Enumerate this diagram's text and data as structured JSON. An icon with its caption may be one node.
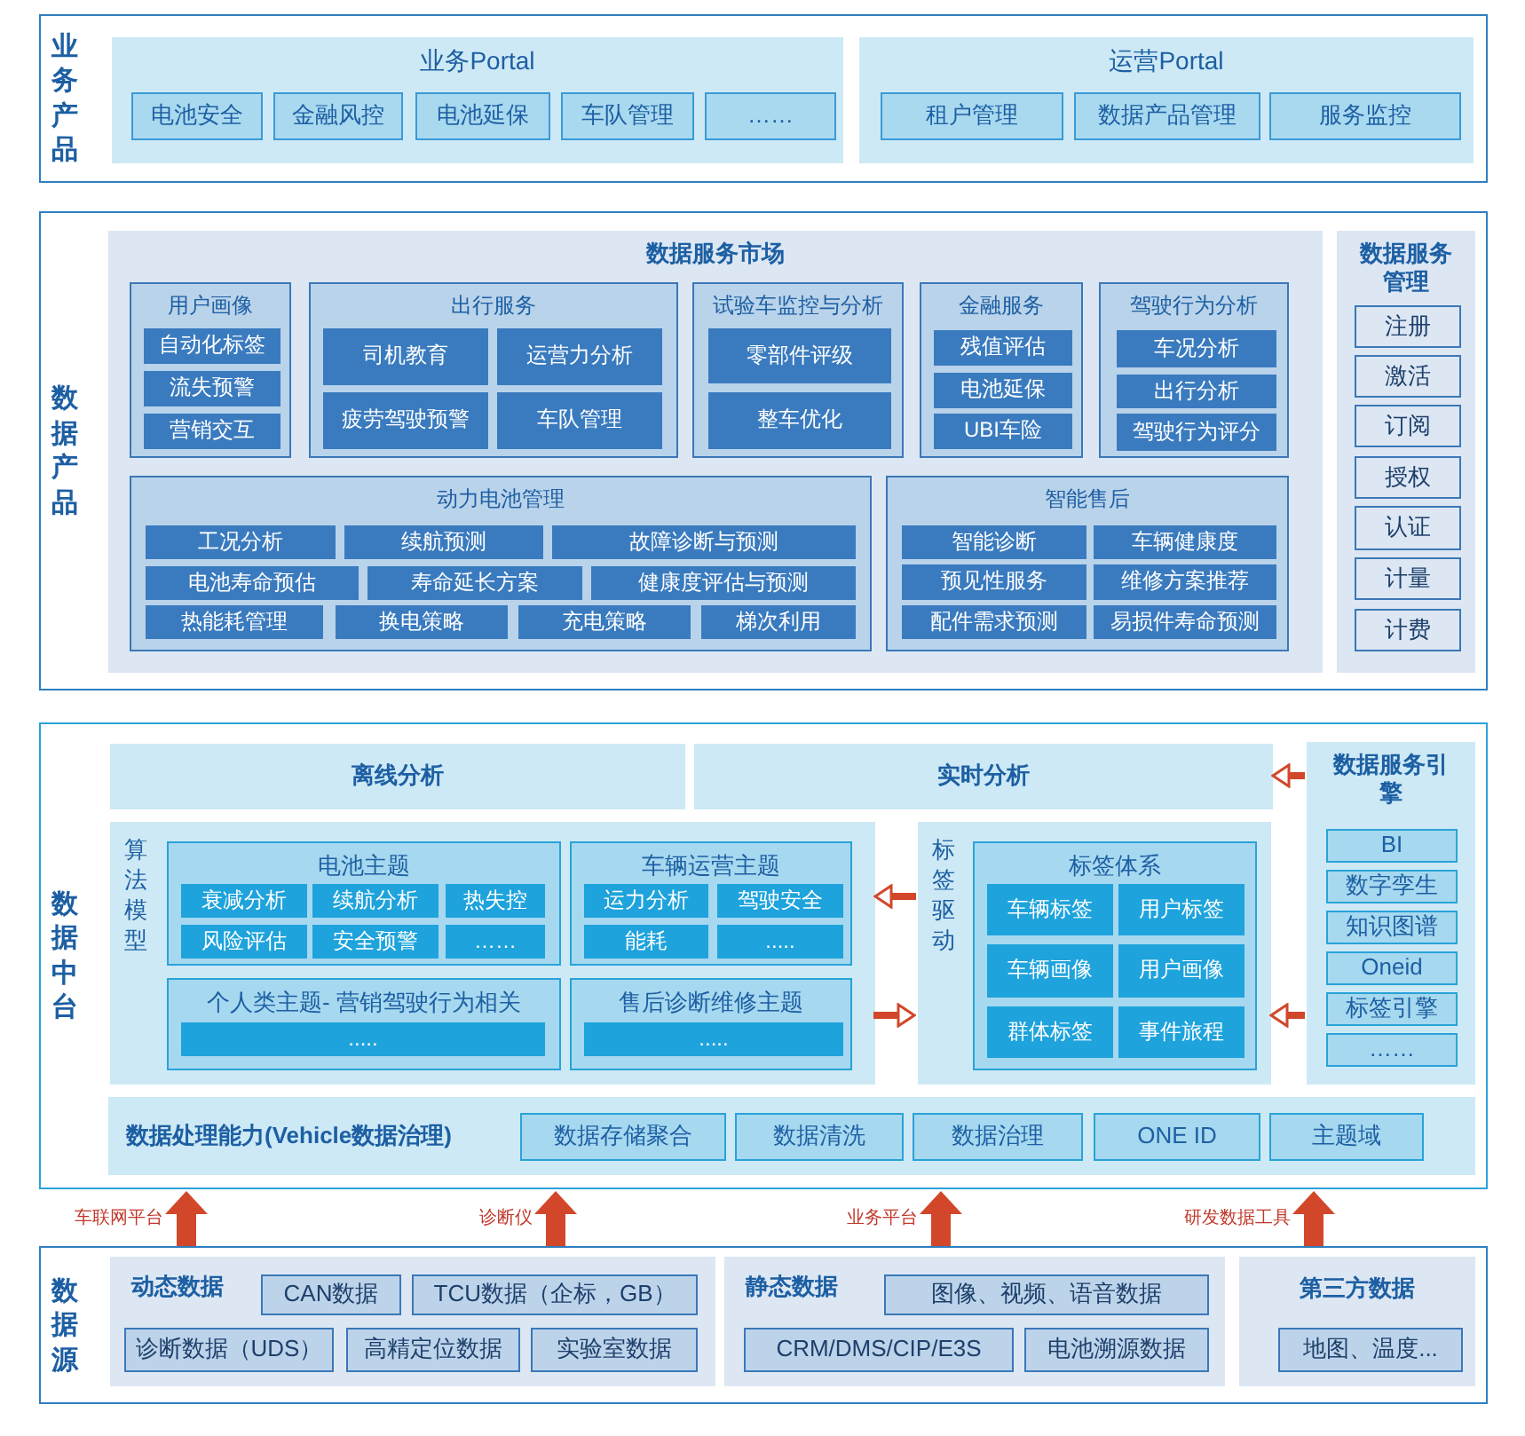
{
  "diagram": {
    "nodes": [
      {
        "text": [
          "业务产品"
        ]
      },
      {
        "text": [
          "业务Portal"
        ],
        "in": 0
      },
      {
        "text": [
          "电池安全"
        ],
        "in": 1
      },
      {
        "text": [
          "金融风控"
        ],
        "in": 1
      },
      {
        "text": [
          "电池延保"
        ],
        "in": 1
      },
      {
        "text": [
          "车队管理"
        ],
        "in": 1
      },
      {
        "text": [
          "……"
        ],
        "in": 1
      },
      {
        "text": [
          "运营Portal"
        ],
        "in": 0
      },
      {
        "text": [
          "租户管理"
        ],
        "in": 7
      },
      {
        "text": [
          "数据产品管理"
        ],
        "in": 7
      },
      {
        "text": [
          "服务监控"
        ],
        "in": 7
      },
      {
        "text": [
          "数据产品"
        ]
      },
      {
        "text": [
          "数据服务市场"
        ],
        "in": 11
      },
      {
        "text": [
          "用户画像"
        ],
        "in": 12
      },
      {
        "text": [
          "自动化标签"
        ],
        "in": 13
      },
      {
        "text": [
          "流失预警"
        ],
        "in": 13
      },
      {
        "text": [
          "营销交互"
        ],
        "in": 13
      },
      {
        "text": [
          "出行服务"
        ],
        "in": 12
      },
      {
        "text": [
          "司机教育"
        ],
        "in": 17
      },
      {
        "text": [
          "运营力分析"
        ],
        "in": 17
      },
      {
        "text": [
          "疲劳驾驶预警"
        ],
        "in": 17
      },
      {
        "text": [
          "车队管理"
        ],
        "in": 17
      },
      {
        "text": [
          "试验车监控与分析"
        ],
        "in": 12
      },
      {
        "text": [
          "零部件评级"
        ],
        "in": 22
      },
      {
        "text": [
          "整车优化"
        ],
        "in": 22
      },
      {
        "text": [
          "金融服务"
        ],
        "in": 12
      },
      {
        "text": [
          "残值评估"
        ],
        "in": 25
      },
      {
        "text": [
          "电池延保"
        ],
        "in": 25
      },
      {
        "text": [
          "UBI车险"
        ],
        "in": 25
      },
      {
        "text": [
          "驾驶行为分析"
        ],
        "in": 12
      },
      {
        "text": [
          "车况分析"
        ],
        "in": 29
      },
      {
        "text": [
          "出行分析"
        ],
        "in": 29
      },
      {
        "text": [
          "驾驶行为评分"
        ],
        "in": 29
      },
      {
        "text": [
          "动力电池管理"
        ],
        "in": 12
      },
      {
        "text": [
          "工况分析"
        ],
        "in": 33
      },
      {
        "text": [
          "续航预测"
        ],
        "in": 33
      },
      {
        "text": [
          "故障诊断与预测"
        ],
        "in": 33
      },
      {
        "text": [
          "电池寿命预估"
        ],
        "in": 33
      },
      {
        "text": [
          "寿命延长方案"
        ],
        "in": 33
      },
      {
        "text": [
          "健康度评估与预测"
        ],
        "in": 33
      },
      {
        "text": [
          "热能耗管理"
        ],
        "in": 33
      },
      {
        "text": [
          "换电策略"
        ],
        "in": 33
      },
      {
        "text": [
          "充电策略"
        ],
        "in": 33
      },
      {
        "text": [
          "梯次利用"
        ],
        "in": 33
      },
      {
        "text": [
          "智能售后"
        ],
        "in": 12
      },
      {
        "text": [
          "智能诊断"
        ],
        "in": 44
      },
      {
        "text": [
          "车辆健康度"
        ],
        "in": 44
      },
      {
        "text": [
          "预见性服务"
        ],
        "in": 44
      },
      {
        "text": [
          "维修方案推荐"
        ],
        "in": 44
      },
      {
        "text": [
          "配件需求预测"
        ],
        "in": 44
      },
      {
        "text": [
          "易损件寿命预测"
        ],
        "in": 44
      },
      {
        "text": [
          "数据服务管理"
        ],
        "in": 11
      },
      {
        "text": [
          "注册"
        ],
        "in": 51
      },
      {
        "text": [
          "激活"
        ],
        "in": 51
      },
      {
        "text": [
          "订阅"
        ],
        "in": 51
      },
      {
        "text": [
          "授权"
        ],
        "in": 51
      },
      {
        "text": [
          "认证"
        ],
        "in": 51
      },
      {
        "text": [
          "计量"
        ],
        "in": 51
      },
      {
        "text": [
          "计费"
        ],
        "in": 51
      },
      {
        "text": [
          "数据中台"
        ]
      },
      {
        "text": [
          "离线分析"
        ],
        "in": 59
      },
      {
        "text": [
          "实时分析"
        ],
        "in": 59
      },
      {
        "text": [
          "算法模型"
        ],
        "in": 59
      },
      {
        "text": [
          "电池主题"
        ],
        "in": 62
      },
      {
        "text": [
          "衰减分析"
        ],
        "in": 63
      },
      {
        "text": [
          "续航分析"
        ],
        "in": 63
      },
      {
        "text": [
          "热失控"
        ],
        "in": 63
      },
      {
        "text": [
          "风险评估"
        ],
        "in": 63
      },
      {
        "text": [
          "安全预警"
        ],
        "in": 63
      },
      {
        "text": [
          "……"
        ],
        "in": 63
      },
      {
        "text": [
          "车辆运营主题"
        ],
        "in": 62
      },
      {
        "text": [
          "运力分析"
        ],
        "in": 70
      },
      {
        "text": [
          "驾驶安全"
        ],
        "in": 70
      },
      {
        "text": [
          "能耗"
        ],
        "in": 70
      },
      {
        "text": [
          "....."
        ],
        "in": 70
      },
      {
        "text": [
          "个人类主题- 营销驾驶行为相关"
        ],
        "in": 62
      },
      {
        "text": [
          "....."
        ],
        "in": 75
      },
      {
        "text": [
          "售后诊断维修主题"
        ],
        "in": 62
      },
      {
        "text": [
          "....."
        ],
        "in": 77
      },
      {
        "text": [
          "标签驱动"
        ],
        "in": 59
      },
      {
        "text": [
          "标签体系"
        ],
        "in": 79
      },
      {
        "text": [
          "车辆标签"
        ],
        "in": 80
      },
      {
        "text": [
          "用户标签"
        ],
        "in": 80
      },
      {
        "text": [
          "车辆画像"
        ],
        "in": 80
      },
      {
        "text": [
          "用户画像"
        ],
        "in": 80
      },
      {
        "text": [
          "群体标签"
        ],
        "in": 80
      },
      {
        "text": [
          "事件旅程"
        ],
        "in": 80
      },
      {
        "text": [
          "数据服务引擎"
        ],
        "in": 59
      },
      {
        "text": [
          "BI"
        ],
        "in": 87
      },
      {
        "text": [
          "数字孪生"
        ],
        "in": 87
      },
      {
        "text": [
          "知识图谱"
        ],
        "in": 87
      },
      {
        "text": [
          "Oneid"
        ],
        "in": 87
      },
      {
        "text": [
          "标签引擎"
        ],
        "in": 87
      },
      {
        "text": [
          "……"
        ],
        "in": 87
      },
      {
        "text": [
          "数据处理能力(Vehicle数据治理)"
        ],
        "in": 59
      },
      {
        "text": [
          "数据存储聚合"
        ],
        "in": 94
      },
      {
        "text": [
          "数据清洗"
        ],
        "in": 94
      },
      {
        "text": [
          "数据治理"
        ],
        "in": 94
      },
      {
        "text": [
          "ONE ID"
        ],
        "in": 94
      },
      {
        "text": [
          "主题域"
        ],
        "in": 94
      },
      {
        "text": [
          "数据源"
        ]
      },
      {
        "text": [
          "动态数据"
        ],
        "in": 100
      },
      {
        "text": [
          "CAN数据"
        ],
        "in": 101
      },
      {
        "text": [
          "TCU数据（企标，GB）"
        ],
        "in": 101
      },
      {
        "text": [
          "诊断数据（UDS）"
        ],
        "in": 101
      },
      {
        "text": [
          "高精定位数据"
        ],
        "in": 101
      },
      {
        "text": [
          "实验室数据"
        ],
        "in": 101
      },
      {
        "text": [
          "静态数据"
        ],
        "in": 100
      },
      {
        "text": [
          "图像、视频、语音数据"
        ],
        "in": 107
      },
      {
        "text": [
          "CRM/DMS/CIP/E3S"
        ],
        "in": 107
      },
      {
        "text": [
          "电池溯源数据"
        ],
        "in": 107
      },
      {
        "text": [
          "第三方数据"
        ],
        "in": 100
      },
      {
        "text": [
          "地图、温度..."
        ],
        "in": 111
      }
    ],
    "edges": [
      {
        "from": 87,
        "to": 61,
        "arrow": "to"
      },
      {
        "from": 87,
        "to": 79,
        "arrow": "to"
      },
      {
        "from": 79,
        "to": 62,
        "arrow": "to"
      },
      {
        "from": 62,
        "to": 79,
        "arrow": "to"
      },
      {
        "from": 100,
        "to": 59,
        "arrow": "to",
        "label": "车联网平台",
        "style": "thick"
      },
      {
        "from": 100,
        "to": 59,
        "arrow": "to",
        "label": "诊断仪",
        "style": "thick"
      },
      {
        "from": 100,
        "to": 59,
        "arrow": "to",
        "label": "业务平台",
        "style": "thick"
      },
      {
        "from": 100,
        "to": 59,
        "arrow": "to",
        "label": "研发数据工具",
        "style": "thick"
      }
    ]
  }
}
